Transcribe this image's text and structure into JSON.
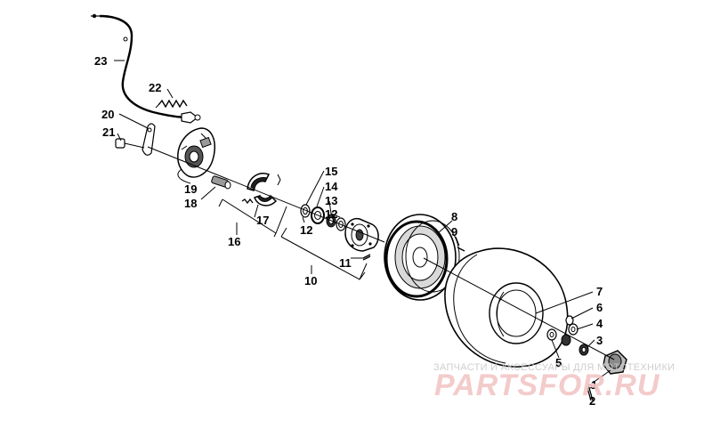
{
  "diagram": {
    "callouts": [
      {
        "id": "c23",
        "label": "23"
      },
      {
        "id": "c22",
        "label": "22"
      },
      {
        "id": "c20",
        "label": "20"
      },
      {
        "id": "c21",
        "label": "21"
      },
      {
        "id": "c19",
        "label": "19"
      },
      {
        "id": "c18",
        "label": "18"
      },
      {
        "id": "c17",
        "label": "17"
      },
      {
        "id": "c16",
        "label": "16"
      },
      {
        "id": "c15",
        "label": "15"
      },
      {
        "id": "c14",
        "label": "14"
      },
      {
        "id": "c13",
        "label": "13"
      },
      {
        "id": "c12a",
        "label": "12"
      },
      {
        "id": "c12b",
        "label": "12"
      },
      {
        "id": "c11",
        "label": "11"
      },
      {
        "id": "c10",
        "label": "10"
      },
      {
        "id": "c8",
        "label": "8"
      },
      {
        "id": "c9",
        "label": "9"
      },
      {
        "id": "c7",
        "label": "7"
      },
      {
        "id": "c6",
        "label": "6"
      },
      {
        "id": "c4",
        "label": "4"
      },
      {
        "id": "c3",
        "label": "3"
      },
      {
        "id": "c5",
        "label": "5"
      },
      {
        "id": "c1",
        "label": "1"
      },
      {
        "id": "c2",
        "label": "2"
      }
    ]
  },
  "watermark": {
    "tagline": "ЗАПЧАСТИ И АКСЕССУАРЫ ДЛЯ МОТОТЕХНИКИ",
    "logo": "PARTSFOR.RU",
    "color": "#e8a0a0"
  }
}
